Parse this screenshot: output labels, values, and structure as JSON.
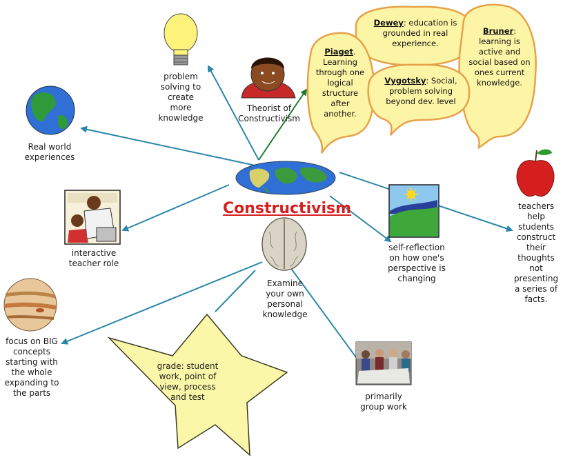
{
  "center": {
    "title": "Constructivism"
  },
  "nodes": {
    "problem_solving": "problem solving to create more knowledge",
    "theorist": "Theorist of Constructivism",
    "real_world": "Real world experiences",
    "interactive": "interactive teacher role",
    "examine": "Examine your own personal knowledge",
    "self_reflection": "self-reflection on how one's perspective is changing",
    "teachers_help": "teachers help students construct their thoughts not presenting a series of facts.",
    "focus_big": "focus on BIG concepts starting with the whole expanding to the parts",
    "grade": "grade: student work, point of view, process and test",
    "group_work": "primarily group work"
  },
  "theorists": {
    "piaget": {
      "name": "Piaget",
      "text": "Learning through one logical structure after another."
    },
    "dewey": {
      "name": "Dewey",
      "text": ": education is grounded in real experience."
    },
    "vygotsky": {
      "name": "Vygotsky",
      "text": ": Social, problem solving beyond dev. level"
    },
    "bruner": {
      "name": "Bruner",
      "text": ": learning is active and social based on ones current knowledge."
    }
  },
  "colors": {
    "arrow": "#2a86a8",
    "arrow_green": "#1f7a2a",
    "bubble_fill": "#fdf5a6",
    "bubble_stroke": "#e6a24a",
    "star_fill": "#fbf7a8",
    "title": "#d62020"
  }
}
